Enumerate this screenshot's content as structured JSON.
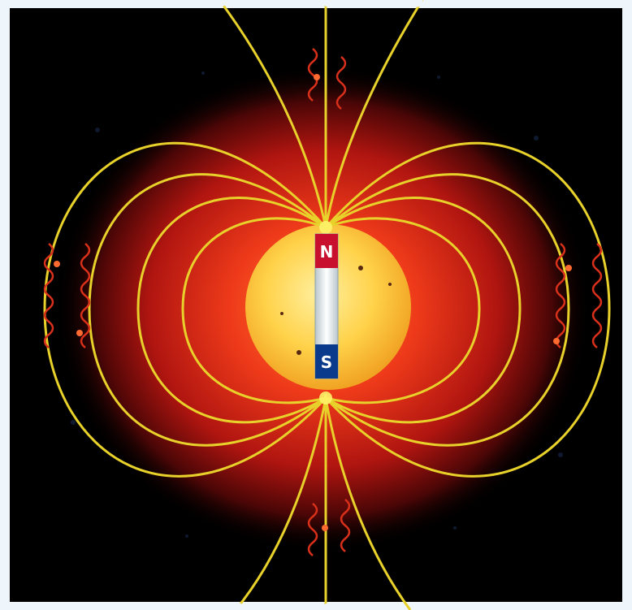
{
  "stamp": {
    "subject": "magnetic-field-of-the-sun",
    "magnet": {
      "north_label": "N",
      "south_label": "S"
    },
    "colors": {
      "background": "#000000",
      "perforation": "#eef6fb",
      "field_line": "#e8d12a",
      "corona_inner": "#ff5a1e",
      "corona_outer": "#7a0d0a",
      "sun_core": "#ffd24a",
      "magnet_north": "#c8102e",
      "magnet_south": "#0a3a8c",
      "magnet_body": "#e6eef2"
    }
  }
}
